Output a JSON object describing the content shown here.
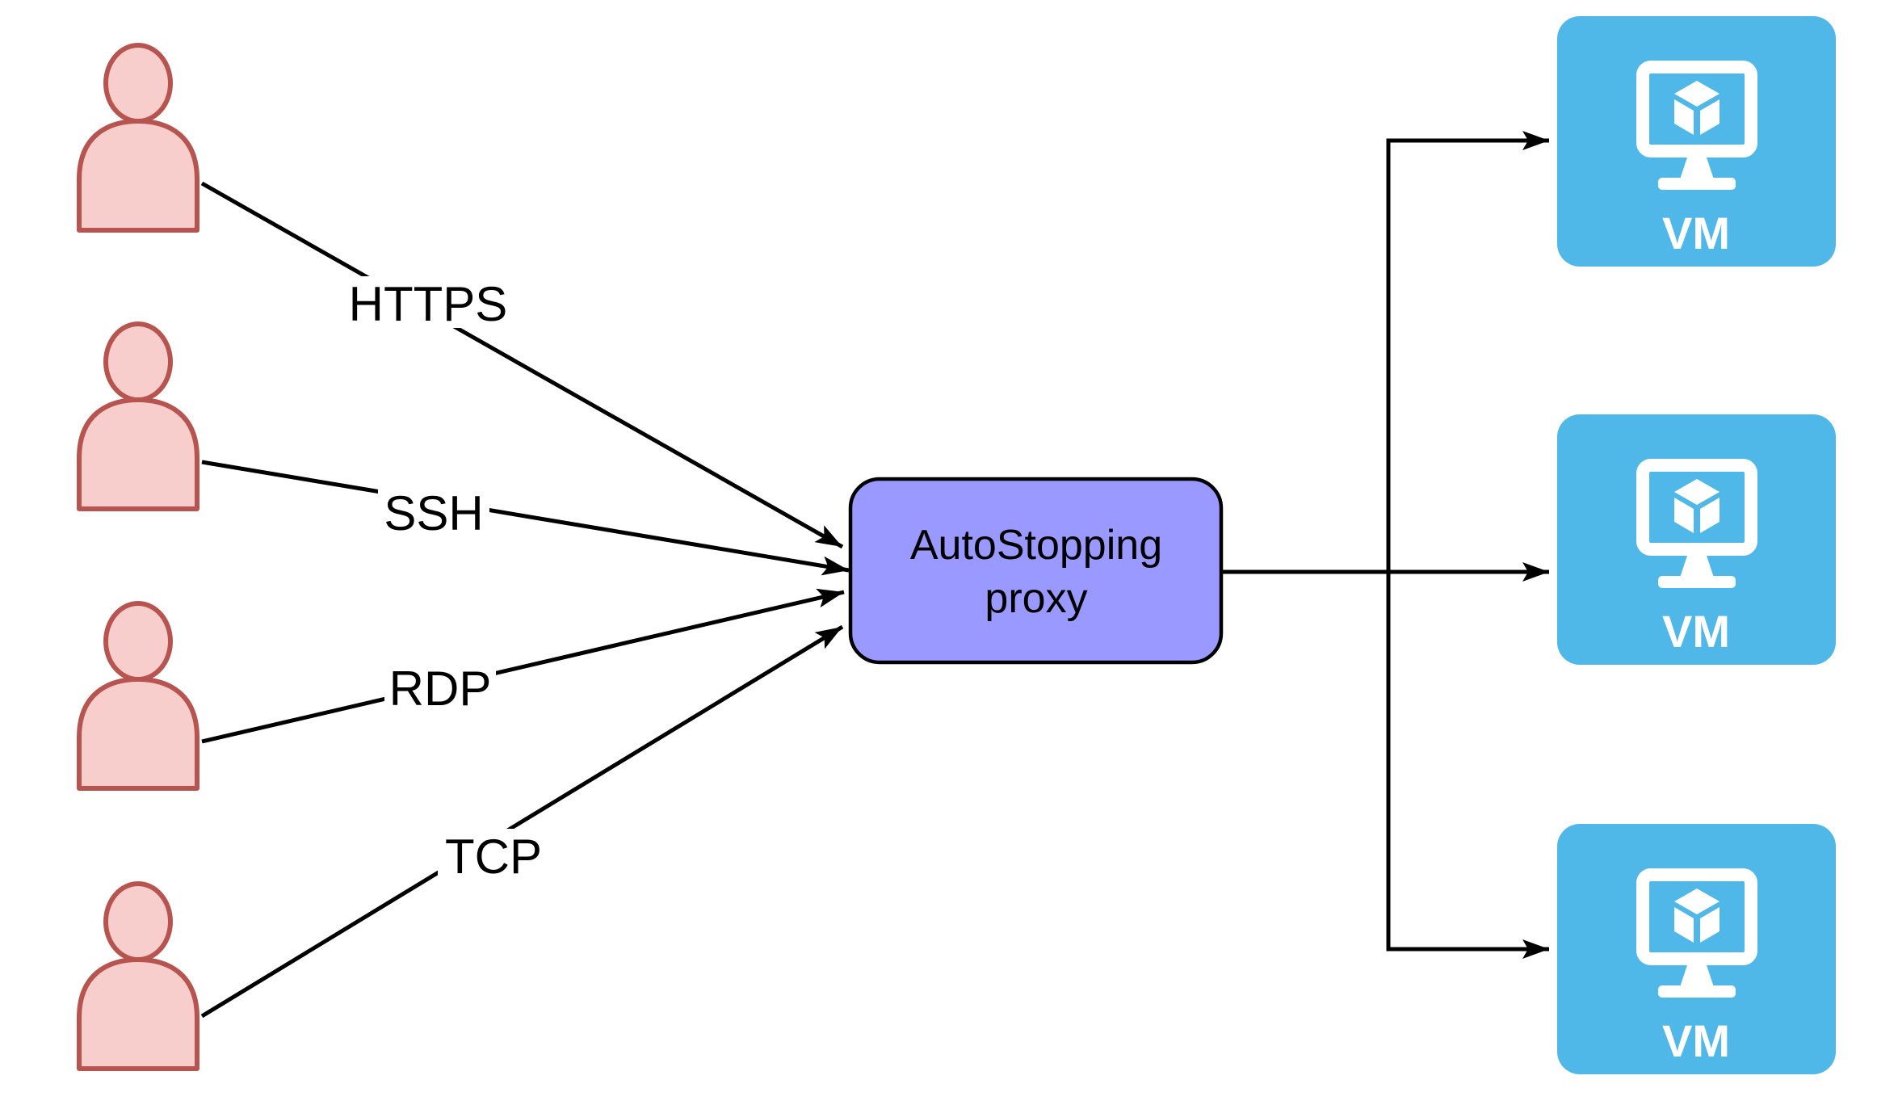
{
  "page": {
    "background": "#ffffff"
  },
  "colors": {
    "background": "#ffffff",
    "edge_line": "#000000",
    "label_text": "#000000",
    "user_fill": "#F8CECC",
    "user_stroke": "#B85450",
    "proxy_fill": "#9999FF",
    "proxy_stroke": "#000000",
    "proxy_text": "#000000",
    "vm_fill": "#4FB8E8",
    "vm_icon": "#FFFFFF",
    "vm_text": "#FFFFFF"
  },
  "icons": {
    "user": "person-silhouette",
    "vm": "monitor-with-cube"
  },
  "edges": [
    {
      "label": "HTTPS"
    },
    {
      "label": "SSH"
    },
    {
      "label": "RDP"
    },
    {
      "label": "TCP"
    }
  ],
  "proxy": {
    "label": "AutoStopping proxy",
    "lines": [
      "AutoStopping",
      "proxy"
    ]
  },
  "vms": [
    {
      "label": "VM"
    },
    {
      "label": "VM"
    },
    {
      "label": "VM"
    }
  ]
}
